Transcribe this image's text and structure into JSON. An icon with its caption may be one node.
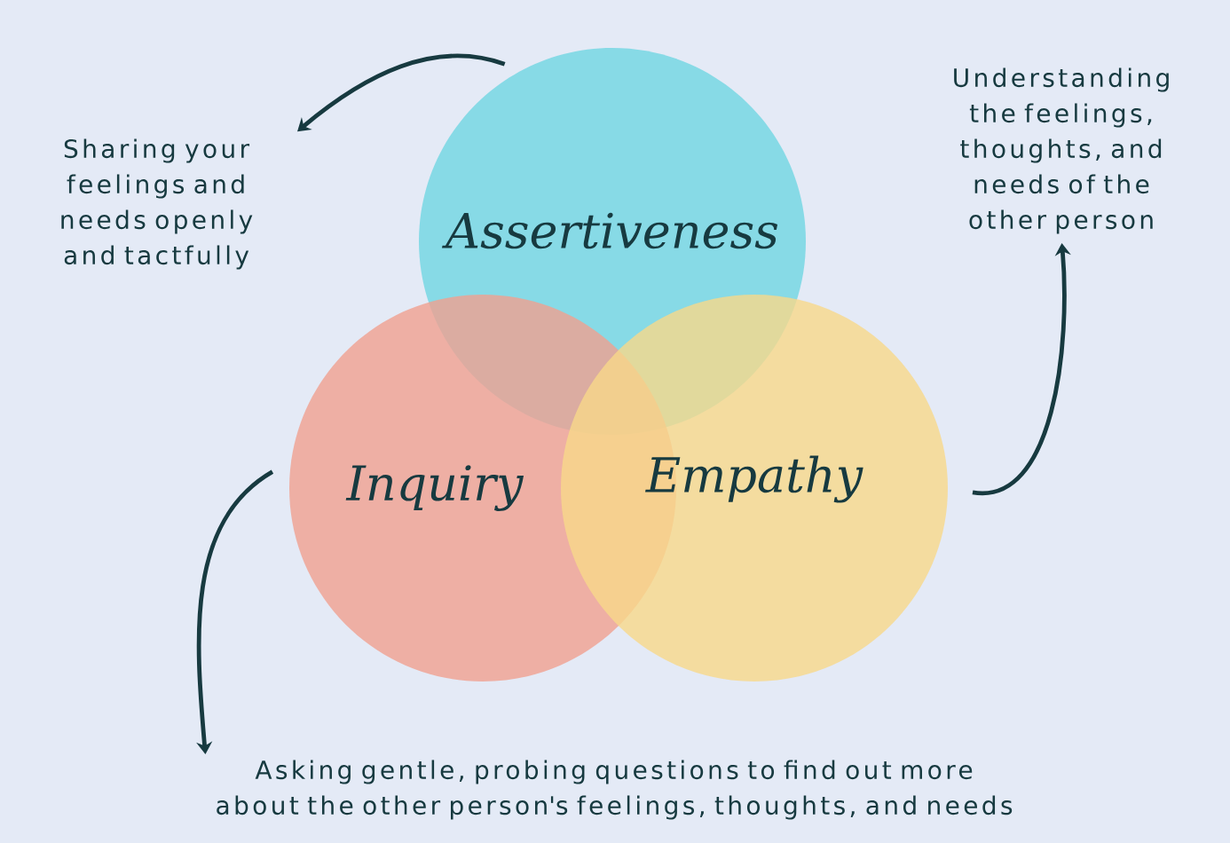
{
  "diagram": {
    "nodes": [
      {
        "text": [
          "Assertiveness"
        ]
      },
      {
        "text": [
          "Inquiry"
        ]
      },
      {
        "text": [
          "Empathy"
        ]
      },
      {
        "text": [
          "Sharing your feelings and needs openly and tactfully"
        ]
      },
      {
        "text": [
          "Understanding the feelings, thoughts, and needs of the other person"
        ]
      },
      {
        "text": [
          "Asking gentle, probing questions to find out more about the other person's feelings, thoughts, and needs"
        ]
      }
    ],
    "edges": [
      {
        "from": 0,
        "to": 3,
        "arrow": "to"
      },
      {
        "from": 2,
        "to": 4,
        "arrow": "to"
      },
      {
        "from": 1,
        "to": 5,
        "arrow": "to"
      }
    ]
  }
}
